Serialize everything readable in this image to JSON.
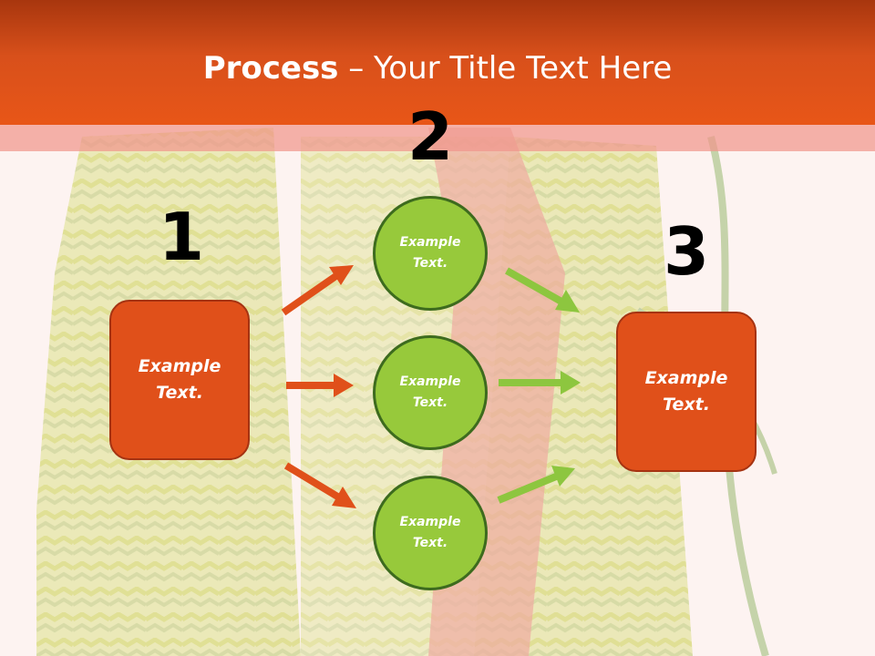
{
  "title": {
    "bold": "Process",
    "rest": " – Your Title Text Here"
  },
  "steps": [
    {
      "number": "1"
    },
    {
      "number": "2"
    },
    {
      "number": "3"
    }
  ],
  "left_box": {
    "label": "Example Text."
  },
  "circles": [
    {
      "label": "Example Text."
    },
    {
      "label": "Example Text."
    },
    {
      "label": "Example Text."
    }
  ],
  "right_box": {
    "label": "Example Text."
  },
  "colors": {
    "header": "#d8501b",
    "box_fill": "#e0501a",
    "circle_fill": "#97c93b",
    "circle_border": "#3d6b1e",
    "arrow_orange": "#e0501a",
    "arrow_green": "#8dc63f"
  }
}
